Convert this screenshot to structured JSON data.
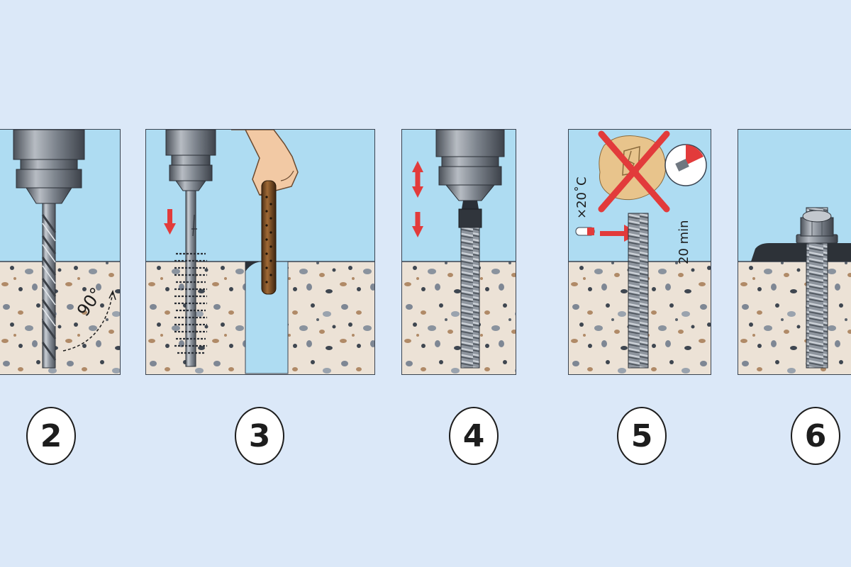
{
  "colors": {
    "background": "#dbe8f8",
    "sky": "#aedcf2",
    "concrete": "#ece2d6",
    "steel": "#8e959e",
    "arrow": "#e23b3b"
  },
  "steps": [
    {
      "number": "2",
      "annotation": "90°"
    },
    {
      "number": "3"
    },
    {
      "number": "4"
    },
    {
      "number": "5",
      "temperature": "×20˚C",
      "time": "20 min"
    },
    {
      "number": "6"
    }
  ]
}
